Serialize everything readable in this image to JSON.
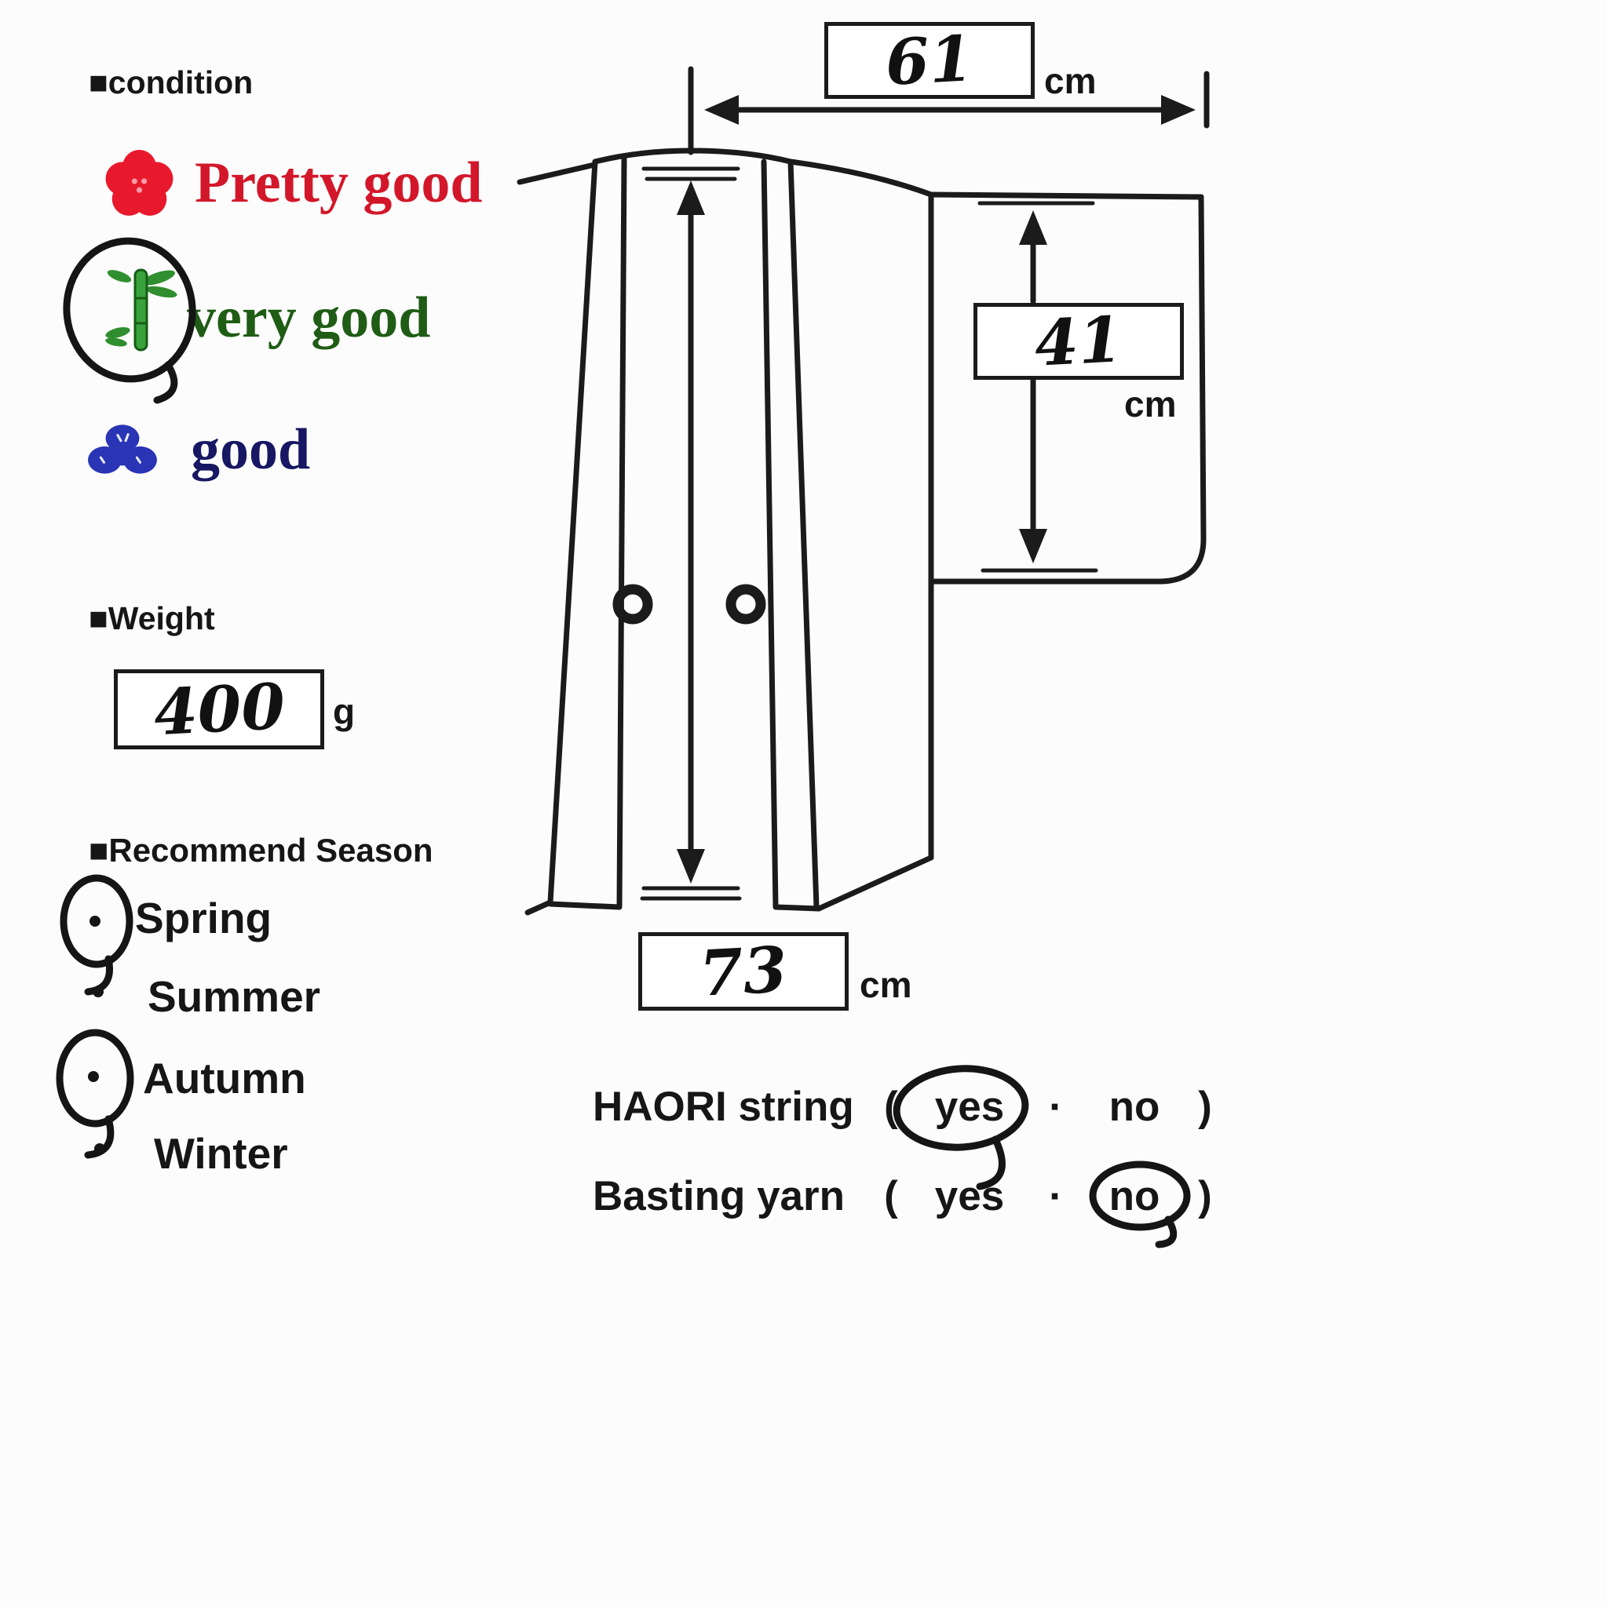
{
  "page": {
    "background": "#fcfcfc",
    "ink": "#1b1b1b"
  },
  "condition": {
    "header": "■condition",
    "items": [
      {
        "icon": "plum-blossom-icon",
        "label": "Pretty good",
        "color": "#d3172a",
        "circled": false
      },
      {
        "icon": "bamboo-icon",
        "label": "very good",
        "color": "#1f5c15",
        "circled": true
      },
      {
        "icon": "pine-icon",
        "label": "good",
        "color": "#171763",
        "circled": false
      }
    ]
  },
  "weight": {
    "header": "■Weight",
    "value": "400",
    "unit": "g"
  },
  "season": {
    "header": "■Recommend Season",
    "items": [
      {
        "label": "Spring",
        "circled": true
      },
      {
        "label": "Summer",
        "circled": false
      },
      {
        "label": "Autumn",
        "circled": true
      },
      {
        "label": "Winter",
        "circled": false
      }
    ]
  },
  "measurements": {
    "width": {
      "value": "61",
      "unit": "cm"
    },
    "sleeve_depth": {
      "value": "41",
      "unit": "cm"
    },
    "length": {
      "value": "73",
      "unit": "cm"
    }
  },
  "options": {
    "haori_string": {
      "label": "HAORI string",
      "open_paren": "(",
      "yes": "yes",
      "separator": "·",
      "no": "no",
      "close_paren": ")",
      "selected": "yes"
    },
    "basting_yarn": {
      "label": "Basting yarn",
      "open_paren": "(",
      "yes": "yes",
      "separator": "·",
      "no": "no",
      "close_paren": ")",
      "selected": "no"
    }
  }
}
